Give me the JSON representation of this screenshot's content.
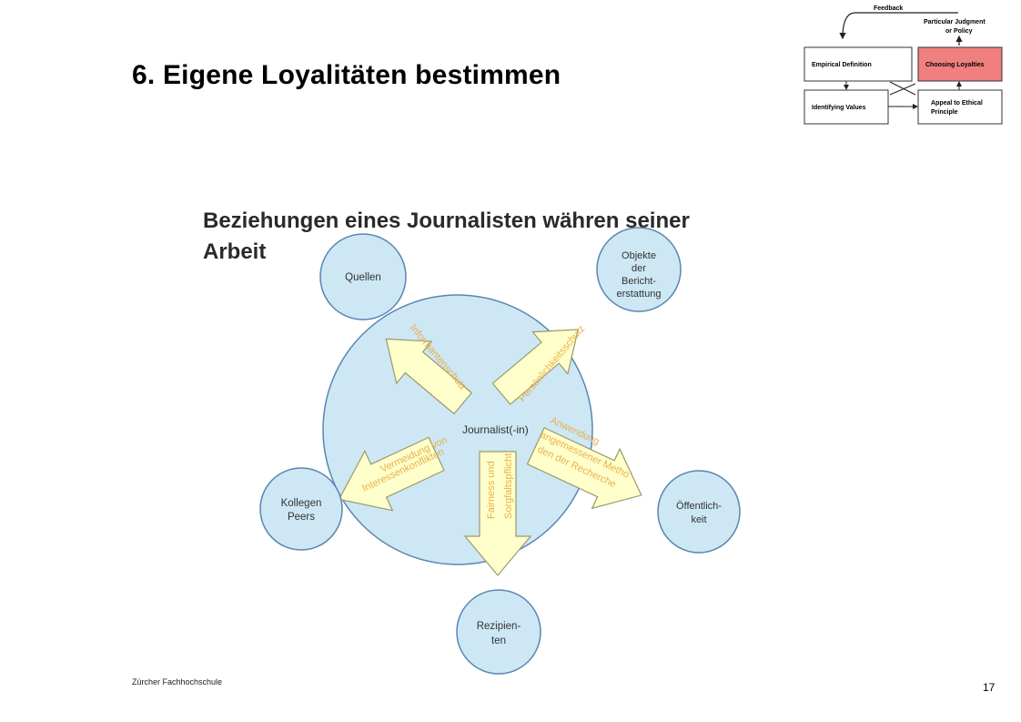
{
  "slide": {
    "title": "6. Eigene Loyalitäten bestimmen"
  },
  "footer": {
    "institution": "Zürcher Fachhochschule",
    "page_number": "17"
  },
  "mini_flowchart": {
    "feedback_label": "Feedback",
    "judgment_label_line1": "Particular Judgment",
    "judgment_label_line2": "or Policy",
    "boxes": {
      "empirical_definition": "Empirical Definition",
      "choosing_loyalties": "Choosing Loyalties",
      "identifying_values": "Identifying Values",
      "ethical_principle_line1": "Appeal to Ethical",
      "ethical_principle_line2": "Principle"
    },
    "highlight_color": "#f08080"
  },
  "diagram": {
    "title_line1": "Beziehungen eines Journalisten währen seiner",
    "title_line2": "Arbeit",
    "center_label": "Journalist(-in)",
    "colors": {
      "circle_fill": "#cde7f5",
      "circle_stroke": "#5a86b0",
      "arrow_fill": "#ffffcc",
      "arrow_stroke": "#9a9a6a",
      "arrow_text": "#e8b04a"
    },
    "nodes": {
      "quellen": "Quellen",
      "objekte_line1": "Objekte",
      "objekte_line2": "der",
      "objekte_line3": "Bericht-",
      "objekte_line4": "erstattung",
      "kollegen_line1": "Kollegen",
      "kollegen_line2": "Peers",
      "oeffentlichkeit_line1": "Öffentlich-",
      "oeffentlichkeit_line2": "keit",
      "rezipienten_line1": "Rezipien-",
      "rezipienten_line2": "ten"
    },
    "arrows": {
      "informantenschutz": "Informantenschutz",
      "persoenlichkeitsschutz": "Persönlichkeitsschutz",
      "vermeidung_line1": "Vermeidung von",
      "vermeidung_line2": "Interessenkonflikten",
      "fairness_line1": "Fairness und",
      "fairness_line2": "Sorgfaltspflicht",
      "anwendung_line1": "Anwendung",
      "anwendung_line2": "angemessener Metho",
      "anwendung_line3": "den der Recherche"
    }
  }
}
